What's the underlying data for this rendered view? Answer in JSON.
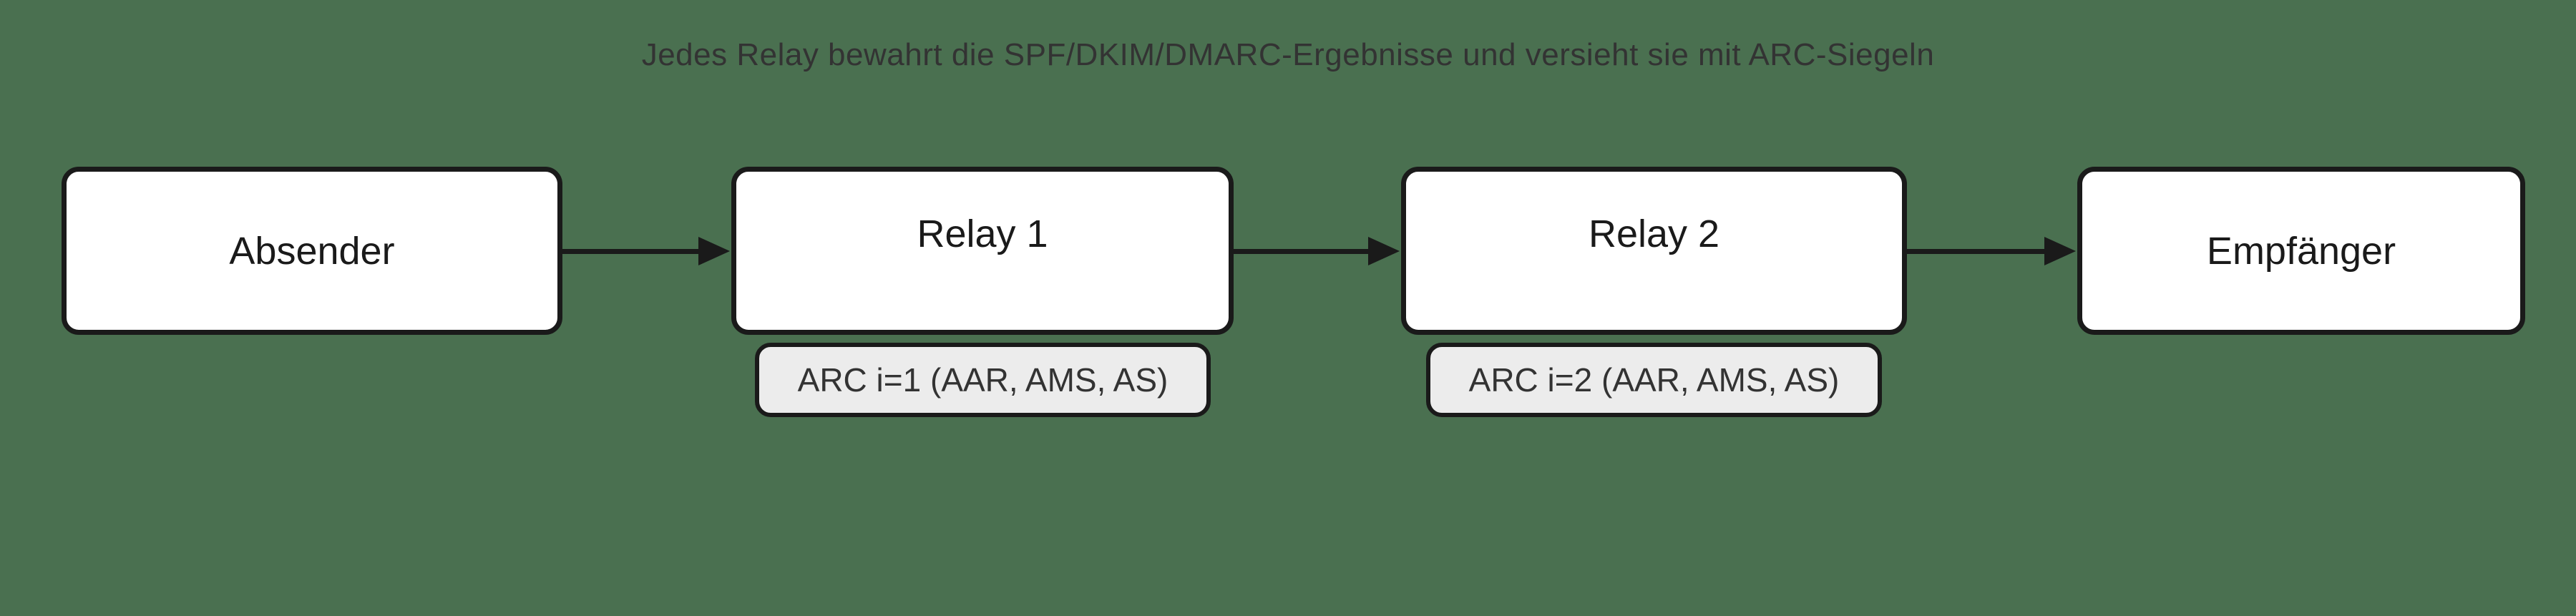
{
  "title": "Jedes Relay bewahrt die SPF/DKIM/DMARC-Ergebnisse und versieht sie mit ARC-Siegeln",
  "diagram": {
    "type": "flowchart-left-to-right",
    "nodes": [
      {
        "id": "absender",
        "label": "Absender"
      },
      {
        "id": "relay1",
        "label": "Relay 1",
        "arc_seal": "ARC i=1 (AAR, AMS, AS)"
      },
      {
        "id": "relay2",
        "label": "Relay 2",
        "arc_seal": "ARC i=2 (AAR, AMS, AS)"
      },
      {
        "id": "empfaenger",
        "label": "Empfänger"
      }
    ],
    "edges": [
      {
        "from": "absender",
        "to": "relay1"
      },
      {
        "from": "relay1",
        "to": "relay2"
      },
      {
        "from": "relay2",
        "to": "empfaenger"
      }
    ],
    "colors": {
      "background": "#4a7050",
      "node_fill": "#ffffff",
      "node_border": "#1a1a1a",
      "arc_label_fill": "#ececec",
      "arc_label_border": "#1a1a1a",
      "title_text": "#333333",
      "node_text": "#1a1a1a",
      "arrow": "#1a1a1a"
    }
  }
}
